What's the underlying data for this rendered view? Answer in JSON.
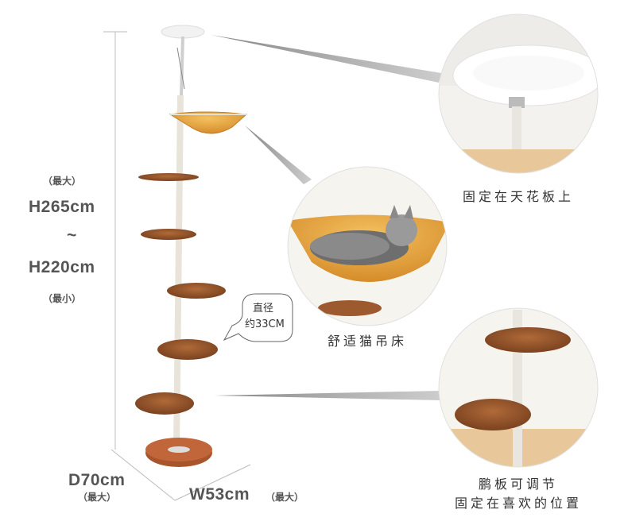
{
  "dimensions": {
    "height_max_tag": "（最大）",
    "height_max": "H265cm",
    "range_sep": "~",
    "height_min": "H220cm",
    "height_min_tag": "（最小）",
    "depth": "D70cm",
    "depth_tag": "（最大）",
    "width": "W53cm",
    "width_tag": "（最大）"
  },
  "diameter_note": {
    "line1": "直径",
    "line2": "约33CM"
  },
  "callouts": {
    "ceiling_mount": "固定在天花板上",
    "hammock": "舒适猫吊床",
    "platform_line1": "鹏板可调节",
    "platform_line2": "固定在喜欢的位置"
  },
  "colors": {
    "wood": "#9c5a2e",
    "wood_dark": "#7a4220",
    "hammock": "#e8a640",
    "pole": "#eeeae2",
    "dim_line": "#bbbbbb"
  }
}
